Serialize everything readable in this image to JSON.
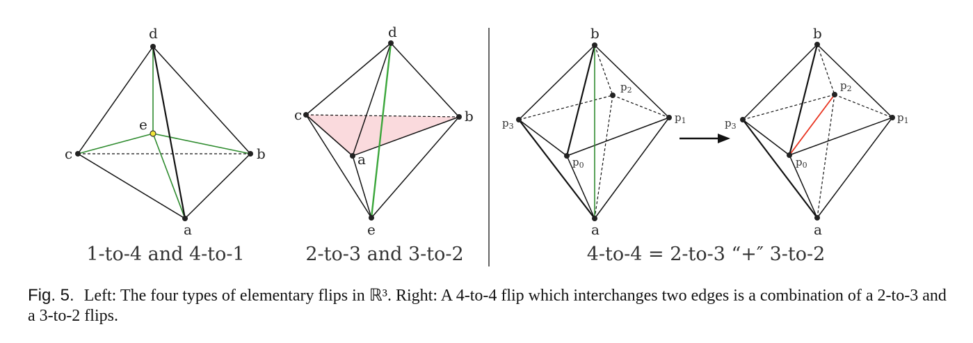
{
  "diagram_1": {
    "labels": {
      "d": "d",
      "e": "e",
      "c": "c",
      "b": "b",
      "a": "a"
    },
    "caption": "1-to-4 and 4-to-1"
  },
  "diagram_2": {
    "labels": {
      "d": "d",
      "c": "c",
      "b": "b",
      "a": "a",
      "e": "e"
    },
    "caption": "2-to-3 and 3-to-2"
  },
  "diagram_3": {
    "labels": {
      "b": "b",
      "p2": "p",
      "p2_sub": "2",
      "p3": "p",
      "p3_sub": "3",
      "p1": "p",
      "p1_sub": "1",
      "p0": "p",
      "p0_sub": "0",
      "a": "a"
    }
  },
  "diagram_4": {
    "labels": {
      "b": "b",
      "p2": "p",
      "p2_sub": "2",
      "p3": "p",
      "p3_sub": "3",
      "p1": "p",
      "p1_sub": "1",
      "p0": "p",
      "p0_sub": "0",
      "a": "a"
    }
  },
  "right_caption": "4-to-4 = 2-to-3 “+″ 3-to-2",
  "figure_caption": {
    "label": "Fig. 5.",
    "text": "Left: The four types of elementary flips in ℝ³. Right: A 4-to-4 flip which interchanges two edges is a combination of a 2-to-3 and a 3-to-2 flips."
  },
  "colors": {
    "flip_edge": "#2e8b2e",
    "new_edge": "#e8321e",
    "face_fill": "#fadadd",
    "center_point": "#f2e63a"
  }
}
